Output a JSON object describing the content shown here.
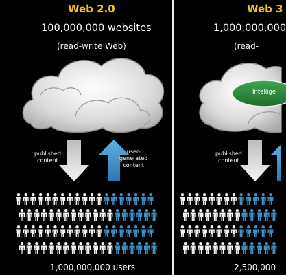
{
  "left_panel": {
    "title": "Web 2.0",
    "websites": "100,000,000 websites",
    "subtitle": "(read-write Web)",
    "published_label": [
      "published",
      "content"
    ],
    "user_generated_label": [
      "user-",
      "generated",
      "content"
    ],
    "users": "1,000,000,000 users"
  },
  "right_panel": {
    "title": "Web 3",
    "websites": "1,000,000,000",
    "subtitle": "(read-",
    "cloud_label": "Intellige",
    "published_label": [
      "published",
      "content"
    ],
    "users": "2,500,000"
  },
  "colors": {
    "background": "#000000",
    "title": "#f0c020",
    "white_people": "#f2f2f2",
    "blue_people": "#3d8fc4",
    "arrow_white": "#ececec",
    "arrow_blue": "#3a8fc4",
    "intelligence_bubble": "#2f8a3c"
  }
}
